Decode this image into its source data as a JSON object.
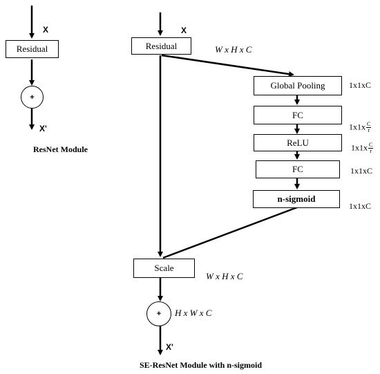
{
  "left_module": {
    "input_label": "X",
    "residual_label": "Residual",
    "plus_symbol": "+",
    "output_label": "X'",
    "caption": "ResNet Module"
  },
  "right_module": {
    "input_label": "X",
    "residual_label": "Residual",
    "residual_dims": "W x H x C",
    "global_pooling_label": "Global Pooling",
    "global_pooling_dims": "1x1xC",
    "fc1_label": "FC",
    "fc1_dims_prefix": "1x1x",
    "fc1_dims_num": "C",
    "fc1_dims_den": "r",
    "relu_label": "ReLU",
    "relu_dims_prefix": "1x1x",
    "relu_dims_num": "C",
    "relu_dims_den": "r",
    "fc2_label": "FC",
    "fc2_dims": "1x1xC",
    "sigmoid_label": "n-sigmoid",
    "sigmoid_dims": "1x1xC",
    "scale_label": "Scale",
    "scale_dims": "W x H x C",
    "plus_symbol": "+",
    "plus_dims": "H x W x C",
    "output_label": "X'",
    "caption": "SE-ResNet Module with n-sigmoid"
  }
}
